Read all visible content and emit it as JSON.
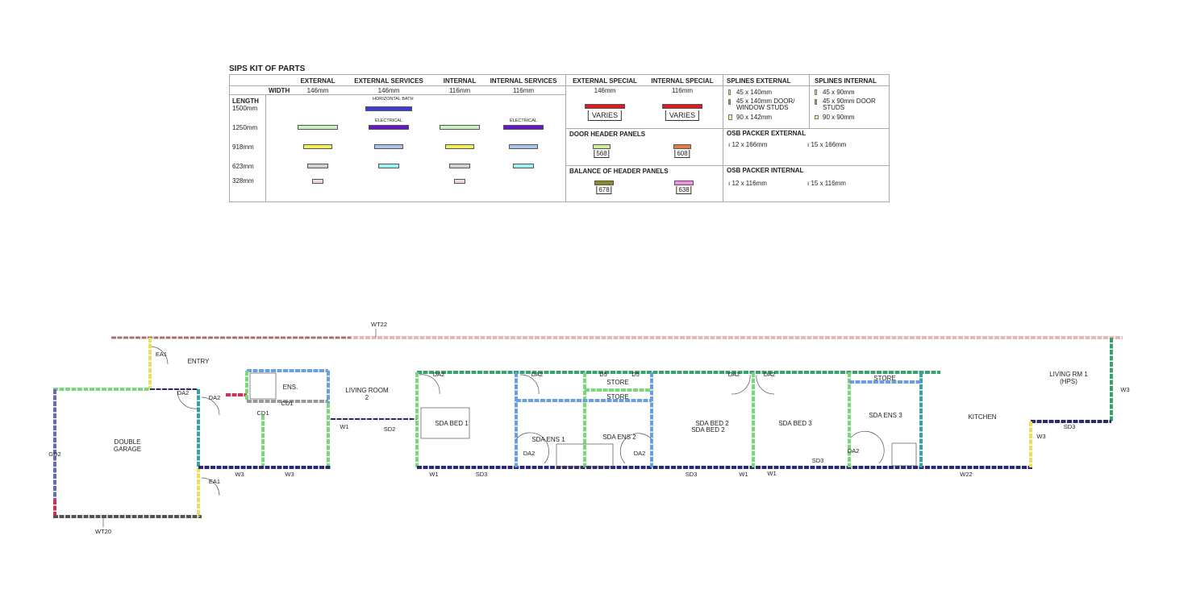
{
  "legend": {
    "title": "SIPS KIT OF PARTS",
    "columns": [
      "EXTERNAL",
      "EXTERNAL SERVICES",
      "INTERNAL",
      "INTERNAL SERVICES",
      "EXTERNAL SPECIAL",
      "INTERNAL SPECIAL",
      "SPLINES EXTERNAL",
      "SPLINES INTERNAL"
    ],
    "width_label": "WIDTH",
    "widths": [
      "146mm",
      "146mm",
      "116mm",
      "116mm",
      "146mm",
      "116mm"
    ],
    "length_label": "LENGTH",
    "lengths": [
      "1500mm",
      "1250mm",
      "918mm",
      "623mm",
      "328mm"
    ],
    "service_notes": {
      "horizontal_bath": "HORIZONTAL BATH",
      "electrical": "ELECTRICAL"
    },
    "special_value": "VARIES",
    "door_header_title": "DOOR HEADER PANELS",
    "door_headers": [
      "568",
      "608"
    ],
    "balance_header_title": "BALANCE OF HEADER PANELS",
    "balance_headers": [
      "678",
      "638"
    ],
    "splines_external": [
      "45 x 140mm",
      "45 x 140mm DOOR/ WINDOW STUDS",
      "90 x 142mm"
    ],
    "splines_internal": [
      "45 x 90mm",
      "45 x 90mm DOOR STUDS",
      "90 x 90mm"
    ],
    "osb_external_title": "OSB PACKER EXTERNAL",
    "osb_external": [
      "12 x 166mm",
      "15 x 166mm"
    ],
    "osb_internal_title": "OSB PACKER INTERNAL",
    "osb_internal": [
      "12 x 116mm",
      "15 x 116mm"
    ],
    "colors": {
      "external_1250": "#c8f0c0",
      "external_918": "#f2ee5c",
      "external_623": "#d0d0d0",
      "external_328": "#f6d6de",
      "bath_1500": "#3b3bd6",
      "electrical_1250": "#6418c6",
      "services_918": "#a8c5e8",
      "services_623": "#9ef2f2",
      "special": "#d81e1e",
      "door_568": "#cdeea0",
      "door_608": "#e47a4a",
      "balance_678": "#8a8a20",
      "balance_638": "#ee8ee8"
    }
  },
  "plan": {
    "rooms": {
      "entry": "ENTRY",
      "double_garage": [
        "DOUBLE",
        "GARAGE"
      ],
      "ens": "ENS.",
      "living_room_2": [
        "LIVING ROOM",
        "2"
      ],
      "sda_bed_1": "SDA BED 1",
      "sda_ens_1": "SDA ENS 1",
      "sda_ens_2": "SDA ENS 2",
      "store_1": "STORE",
      "store_2": "STORE",
      "sda_bed_2": [
        "SDA BED 2",
        "SDA BED 2"
      ],
      "sda_bed_3": "SDA BED 3",
      "sda_ens_3": "SDA ENS 3",
      "store_3": "STORE",
      "kitchen": "KITCHEN",
      "living_rm_1": [
        "LIVING RM 1",
        "(HPS)"
      ]
    },
    "tags": {
      "wt22": "WT22",
      "wt20": "WT20",
      "gd2": "GD2",
      "ea1_a": "EA1",
      "ea1_b": "EA1",
      "da2_a": "DA2",
      "da2_b": "DA2",
      "da2_c": "DA2",
      "da2_d": "DA2",
      "da2_e": "DA2",
      "da2_f": "DA2",
      "da2_g": "DA2",
      "da2_h": "DA2",
      "da2_i": "DA2",
      "d5_a": "D5",
      "d5_b": "D5",
      "cd1_a": "CD1",
      "cd1_b": "CD1",
      "w3_a": "W3",
      "w3_b": "W3",
      "w3_c": "W3",
      "w3_d": "W3",
      "w1_a": "W1",
      "w1_b": "W1",
      "w1_c": "W1",
      "w1_d": "W1",
      "sd2": "SD2",
      "sd3_a": "SD3",
      "sd3_b": "SD3",
      "sd3_c": "SD3",
      "sd3_d": "SD3",
      "w22": "W22"
    },
    "wall_colors": {
      "top": "#e8b8b8",
      "green": "#7ad87a",
      "blue": "#6aa0e0",
      "yellow": "#e8e060",
      "red": "#d03050",
      "navy": "#2a2a70",
      "grey": "#999999"
    }
  }
}
